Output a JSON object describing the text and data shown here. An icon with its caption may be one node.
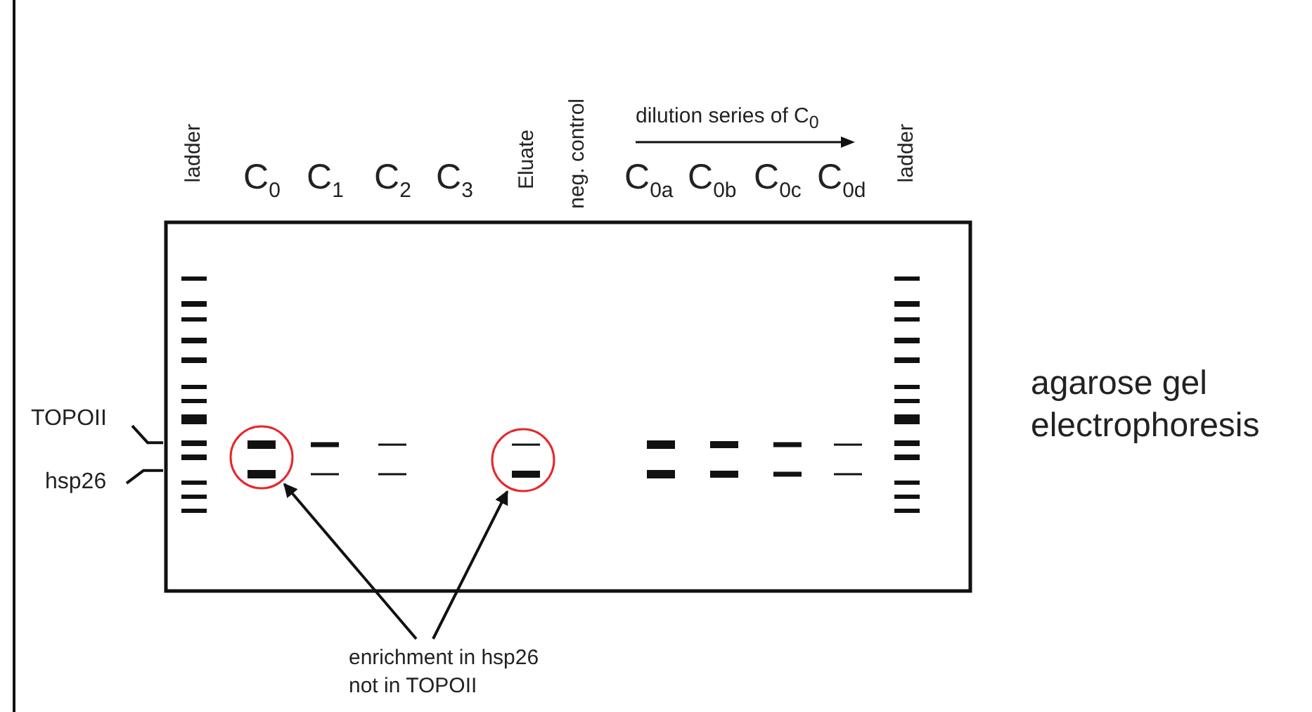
{
  "diagram": {
    "nodes": [
      {
        "text": [
          "enrichment in hsp26 not in TOPOII"
        ]
      },
      {
        "text": [],
        "shape": "circle"
      },
      {
        "text": [],
        "shape": "circle"
      },
      {
        "text": [
          "TOPOII"
        ]
      },
      {
        "text": [
          "hsp26"
        ]
      }
    ],
    "edges": [
      {
        "from": 0,
        "to": 1,
        "arrow": "to"
      },
      {
        "from": 0,
        "to": 2,
        "arrow": "to"
      },
      {
        "from": 3,
        "to": null,
        "arrow": "none"
      },
      {
        "from": 4,
        "to": null,
        "arrow": "none"
      }
    ],
    "labels": [
      "ladder",
      "C$_{0}$",
      "C$_{1}$",
      "C$_{2}$",
      "C$_{3}$",
      "Eluate",
      "neg. control",
      "dilution series of C$_{0}$",
      "C$_{0a}$",
      "C$_{0b}$",
      "C$_{0c}$",
      "C$_{0d}$",
      "ladder",
      "agarose gel electrophoresis"
    ]
  }
}
